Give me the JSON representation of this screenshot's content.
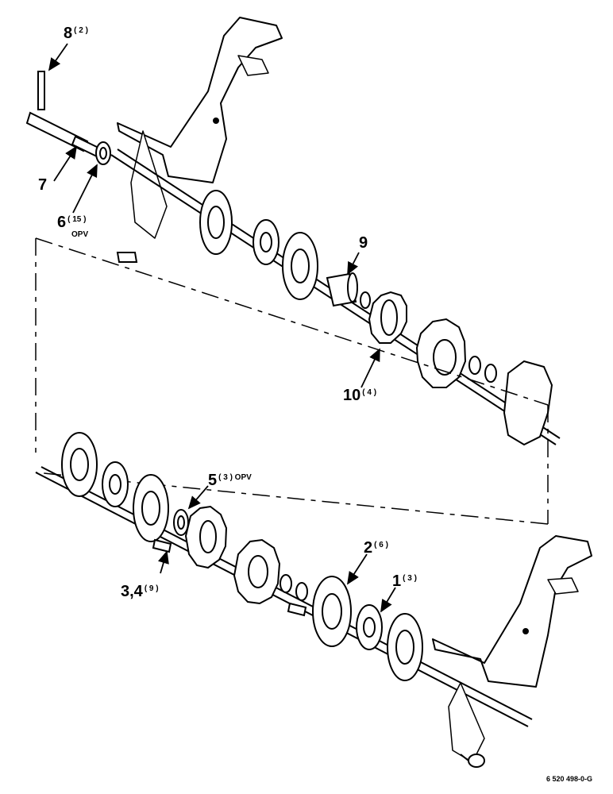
{
  "callouts": [
    {
      "id": "8",
      "qty": "( 2 )",
      "note": ""
    },
    {
      "id": "7",
      "qty": "",
      "note": ""
    },
    {
      "id": "6",
      "qty": "( 15 )",
      "note": "OPV"
    },
    {
      "id": "9",
      "qty": "",
      "note": ""
    },
    {
      "id": "10",
      "qty": "( 4 )",
      "note": ""
    },
    {
      "id": "5",
      "qty": "( 3 ) OPV",
      "note": ""
    },
    {
      "id": "3,4",
      "qty": "( 9 )",
      "note": ""
    },
    {
      "id": "2",
      "qty": "( 6 )",
      "note": ""
    },
    {
      "id": "1",
      "qty": "( 3 )",
      "note": ""
    }
  ],
  "drawing_number": "6 520 498-0-G"
}
